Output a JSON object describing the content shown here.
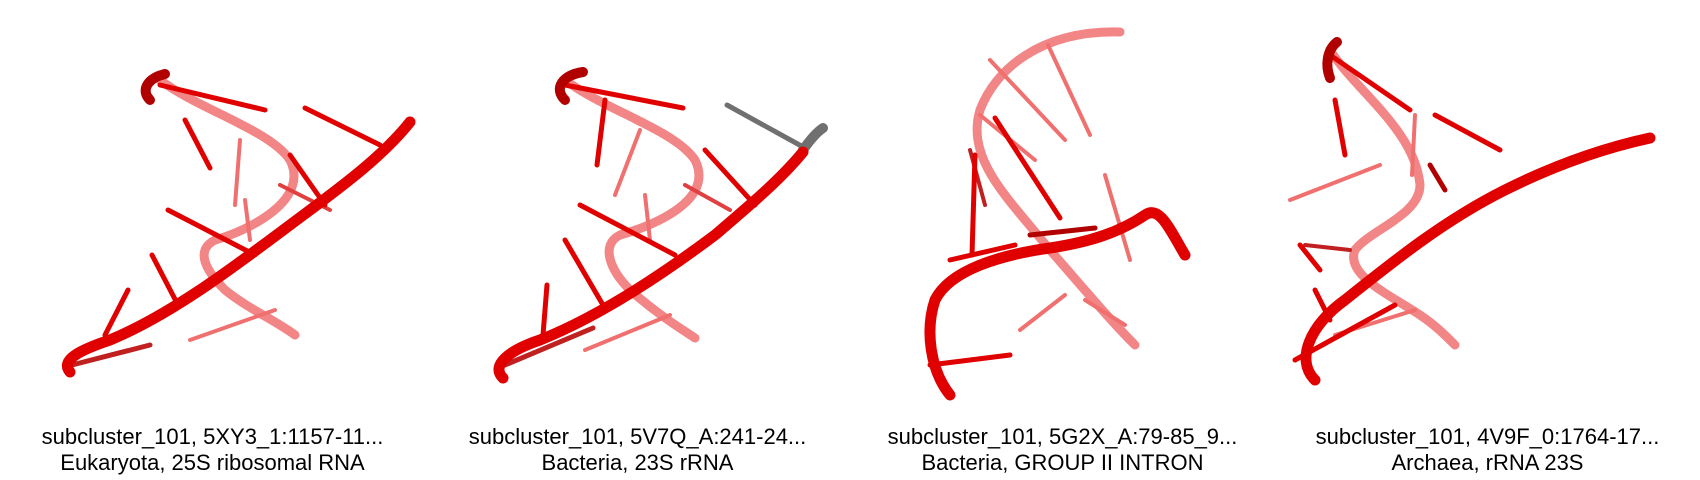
{
  "colors": {
    "strand_front": "#e00000",
    "strand_back": "#f07070",
    "base_gray": "#707070",
    "caption_text": "#000000",
    "background": "#ffffff"
  },
  "panels": [
    {
      "id": "1",
      "title": "subcluster_101, 5XY3_1:1157-11...",
      "subtitle": "Eukaryota, 25S ribosomal RNA"
    },
    {
      "id": "2",
      "title": "subcluster_101, 5V7Q_A:241-24...",
      "subtitle": "Bacteria, 23S rRNA"
    },
    {
      "id": "3",
      "title": "subcluster_101, 5G2X_A:79-85_9...",
      "subtitle": "Bacteria, GROUP II INTRON"
    },
    {
      "id": "4",
      "title": "subcluster_101, 4V9F_0:1764-17...",
      "subtitle": "Archaea, rRNA 23S"
    }
  ]
}
